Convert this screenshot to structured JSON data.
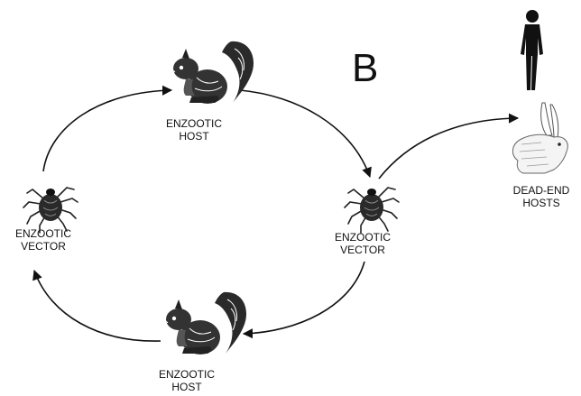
{
  "panel_letter": "B",
  "nodes": {
    "top_host": {
      "line1": "ENZOOTIC",
      "line2": "HOST",
      "icon": "squirrel-icon"
    },
    "right_vector": {
      "line1": "ENZOOTIC",
      "line2": "VECTOR",
      "icon": "tick-icon"
    },
    "bottom_host": {
      "line1": "ENZOOTIC",
      "line2": "HOST",
      "icon": "squirrel-icon"
    },
    "left_vector": {
      "line1": "ENZOOTIC",
      "line2": "VECTOR",
      "icon": "tick-icon"
    },
    "dead_end": {
      "line1": "DEAD-END",
      "line2": "HOSTS",
      "icons": [
        "human-icon",
        "rabbit-icon"
      ]
    }
  },
  "colors": {
    "ink": "#111111",
    "background": "#ffffff"
  }
}
